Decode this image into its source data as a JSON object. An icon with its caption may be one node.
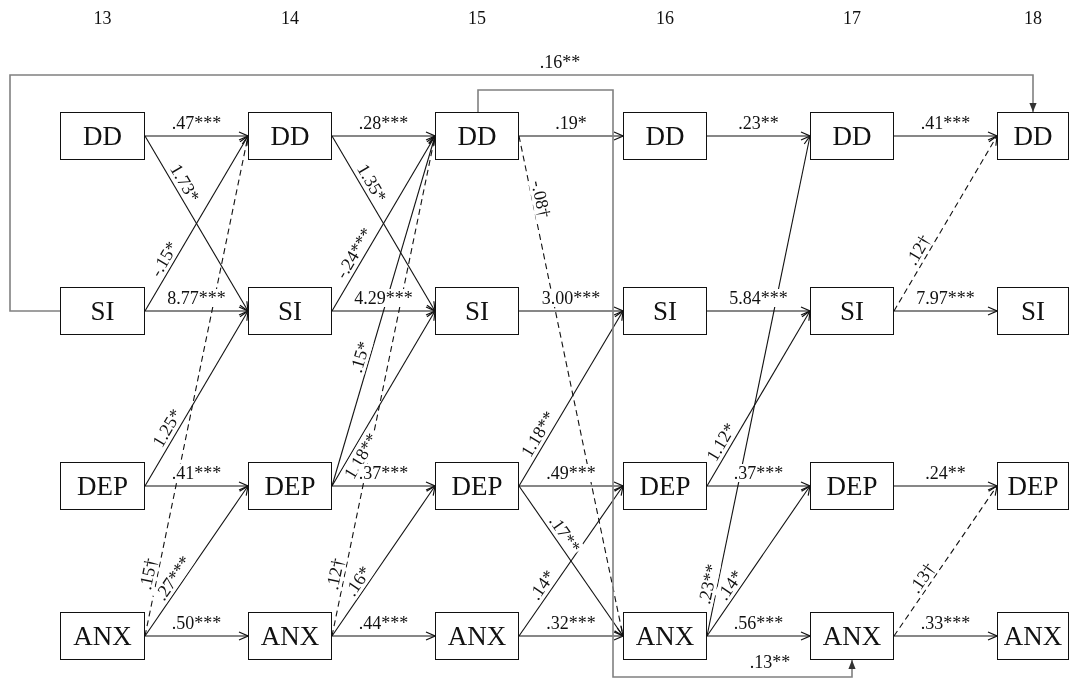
{
  "diagram": {
    "nodes": [
      {
        "text": [
          "DD"
        ]
      },
      {
        "text": [
          "DD"
        ]
      },
      {
        "text": [
          "DD"
        ]
      },
      {
        "text": [
          "DD"
        ]
      },
      {
        "text": [
          "DD"
        ]
      },
      {
        "text": [
          "DD"
        ]
      },
      {
        "text": [
          "SI"
        ]
      },
      {
        "text": [
          "SI"
        ]
      },
      {
        "text": [
          "SI"
        ]
      },
      {
        "text": [
          "SI"
        ]
      },
      {
        "text": [
          "SI"
        ]
      },
      {
        "text": [
          "SI"
        ]
      },
      {
        "text": [
          "DEP"
        ]
      },
      {
        "text": [
          "DEP"
        ]
      },
      {
        "text": [
          "DEP"
        ]
      },
      {
        "text": [
          "DEP"
        ]
      },
      {
        "text": [
          "DEP"
        ]
      },
      {
        "text": [
          "DEP"
        ]
      },
      {
        "text": [
          "ANX"
        ]
      },
      {
        "text": [
          "ANX"
        ]
      },
      {
        "text": [
          "ANX"
        ]
      },
      {
        "text": [
          "ANX"
        ]
      },
      {
        "text": [
          "ANX"
        ]
      },
      {
        "text": [
          "ANX"
        ]
      }
    ],
    "edges": [
      {
        "from": 0,
        "to": 1,
        "arrow": "to",
        "label": ".47***"
      },
      {
        "from": 0,
        "to": 7,
        "arrow": "to",
        "label": "1.73*"
      },
      {
        "from": 6,
        "to": 1,
        "arrow": "to",
        "label": "-.15*"
      },
      {
        "from": 6,
        "to": 7,
        "arrow": "to",
        "label": "8.77***"
      },
      {
        "from": 12,
        "to": 7,
        "arrow": "to",
        "label": "1.25*"
      },
      {
        "from": 12,
        "to": 13,
        "arrow": "to",
        "label": ".41***"
      },
      {
        "from": 18,
        "to": 1,
        "arrow": "to",
        "label": ".15†",
        "style": "dashed"
      },
      {
        "from": 18,
        "to": 13,
        "arrow": "to",
        "label": ".27***"
      },
      {
        "from": 18,
        "to": 19,
        "arrow": "to",
        "label": ".50***"
      },
      {
        "from": 1,
        "to": 2,
        "arrow": "to",
        "label": ".28***"
      },
      {
        "from": 1,
        "to": 8,
        "arrow": "to",
        "label": "1.35*"
      },
      {
        "from": 7,
        "to": 2,
        "arrow": "to",
        "label": "-.24***"
      },
      {
        "from": 7,
        "to": 8,
        "arrow": "to",
        "label": "4.29***"
      },
      {
        "from": 13,
        "to": 2,
        "arrow": "to",
        "label": ".15*"
      },
      {
        "from": 13,
        "to": 8,
        "arrow": "to",
        "label": "1.18**"
      },
      {
        "from": 13,
        "to": 14,
        "arrow": "to",
        "label": ".37***"
      },
      {
        "from": 19,
        "to": 2,
        "arrow": "to",
        "label": ".12†",
        "style": "dashed"
      },
      {
        "from": 19,
        "to": 14,
        "arrow": "to",
        "label": ".16*"
      },
      {
        "from": 19,
        "to": 20,
        "arrow": "to",
        "label": ".44***"
      },
      {
        "from": 2,
        "to": 3,
        "arrow": "to",
        "label": ".19*"
      },
      {
        "from": 2,
        "to": 21,
        "arrow": "to",
        "label": "-.08†",
        "style": "dashed"
      },
      {
        "from": 8,
        "to": 9,
        "arrow": "to",
        "label": "3.00***"
      },
      {
        "from": 14,
        "to": 9,
        "arrow": "to",
        "label": "1.18**"
      },
      {
        "from": 14,
        "to": 15,
        "arrow": "to",
        "label": ".49***"
      },
      {
        "from": 14,
        "to": 21,
        "arrow": "to",
        "label": ".17**"
      },
      {
        "from": 20,
        "to": 15,
        "arrow": "to",
        "label": ".14*"
      },
      {
        "from": 20,
        "to": 21,
        "arrow": "to",
        "label": ".32***"
      },
      {
        "from": 3,
        "to": 4,
        "arrow": "to",
        "label": ".23**"
      },
      {
        "from": 9,
        "to": 10,
        "arrow": "to",
        "label": "5.84***"
      },
      {
        "from": 15,
        "to": 10,
        "arrow": "to",
        "label": "1.12*"
      },
      {
        "from": 15,
        "to": 16,
        "arrow": "to",
        "label": ".37***"
      },
      {
        "from": 21,
        "to": 4,
        "arrow": "to",
        "label": ".23**"
      },
      {
        "from": 21,
        "to": 16,
        "arrow": "to",
        "label": ".14*"
      },
      {
        "from": 21,
        "to": 22,
        "arrow": "to",
        "label": ".56***"
      },
      {
        "from": 4,
        "to": 5,
        "arrow": "to",
        "label": ".41***"
      },
      {
        "from": 10,
        "to": 5,
        "arrow": "to",
        "label": ".12†",
        "style": "dashed"
      },
      {
        "from": 10,
        "to": 11,
        "arrow": "to",
        "label": "7.97***"
      },
      {
        "from": 16,
        "to": 17,
        "arrow": "to",
        "label": ".24**"
      },
      {
        "from": 22,
        "to": 17,
        "arrow": "to",
        "label": ".13†",
        "style": "dashed"
      },
      {
        "from": 22,
        "to": 23,
        "arrow": "to",
        "label": ".33***"
      },
      {
        "from": 6,
        "to": 5,
        "arrow": "to",
        "label": ".16**",
        "color": "#808080"
      },
      {
        "from": 2,
        "to": 22,
        "arrow": "to",
        "label": ".13**",
        "color": "#808080"
      }
    ],
    "labels": [
      "13",
      "14",
      "15",
      "16",
      "17",
      "18"
    ]
  }
}
